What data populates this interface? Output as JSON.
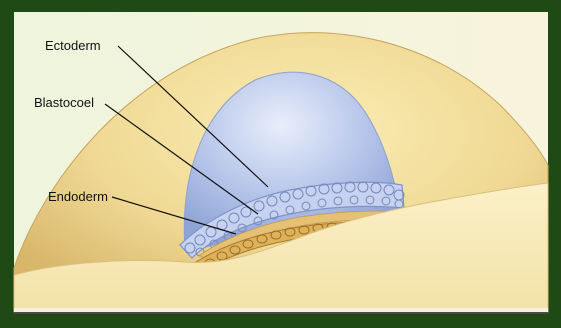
{
  "diagram": {
    "labels": {
      "ectoderm": "Ectoderm",
      "blastocoel": "Blastocoel",
      "endoderm": "Endoderm"
    },
    "colors": {
      "frame": "#1f4a16",
      "yolk": "#f2dd9a",
      "blastocoel_cavity": "#b9c8ea",
      "cell_layer": "#c9d4ee",
      "endoderm_layer": "#d9ad55"
    }
  }
}
